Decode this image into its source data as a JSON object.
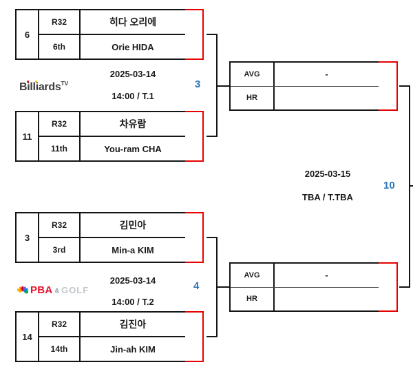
{
  "colors": {
    "score_box_red": "#e60000",
    "match_number_blue": "#2e75b6",
    "table_border_black": "#141414",
    "billiards_dot_red": "#e3001b",
    "billiards_dot_yellow": "#ffc600",
    "pba_logo_red": "#e8112d"
  },
  "round1": {
    "matches": [
      {
        "match_no": "3",
        "date": "2025-03-14",
        "time_table": "14:00 / T.1",
        "broadcaster": "BilliardsTV",
        "players": [
          {
            "seed": "6",
            "round": "R32",
            "name_local": "히다 오리에",
            "rank": "6th",
            "name_en": "Orie HIDA"
          },
          {
            "seed": "11",
            "round": "R32",
            "name_local": "차유람",
            "rank": "11th",
            "name_en": "You-ram CHA"
          }
        ],
        "stats": {
          "avg_label": "AVG",
          "avg_value": "-",
          "hr_label": "HR",
          "hr_value": ""
        }
      },
      {
        "match_no": "4",
        "date": "2025-03-14",
        "time_table": "14:00 / T.2",
        "broadcaster": "PBA & GOLF",
        "players": [
          {
            "seed": "3",
            "round": "R32",
            "name_local": "김민아",
            "rank": "3rd",
            "name_en": "Min-a KIM"
          },
          {
            "seed": "14",
            "round": "R32",
            "name_local": "김진아",
            "rank": "14th",
            "name_en": "Jin-ah KIM"
          }
        ],
        "stats": {
          "avg_label": "AVG",
          "avg_value": "-",
          "hr_label": "HR",
          "hr_value": ""
        }
      }
    ]
  },
  "final_match": {
    "match_no": "10",
    "date": "2025-03-15",
    "time_table": "TBA / T.TBA"
  },
  "logos": {
    "billiards_tv": {
      "name": "Billiards",
      "sup": "TV"
    },
    "pba_golf": {
      "pba": "PBA",
      "amp": "&",
      "golf": "GOLF"
    }
  }
}
